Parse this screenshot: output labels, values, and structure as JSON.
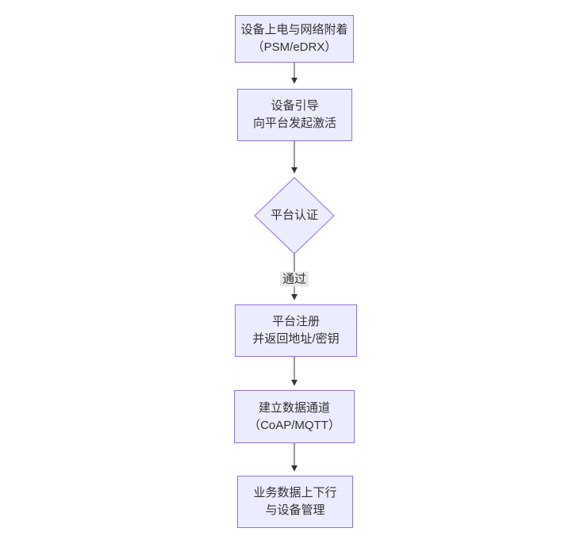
{
  "diagram": {
    "type": "flowchart-vertical",
    "background": "#ffffff",
    "colors": {
      "node_fill": "#ECECFF",
      "node_border": "#9370DB",
      "edge_stroke": "#333333",
      "edge_label_bg": "#e8e8e8",
      "text": "#333333"
    },
    "nodes": {
      "power": {
        "shape": "rect",
        "line1": "设备上电与网络附着",
        "line2": "（PSM/eDRX）"
      },
      "bootstrap": {
        "shape": "rect",
        "line1": "设备引导",
        "line2": "向平台发起激活"
      },
      "auth": {
        "shape": "diamond",
        "label": "平台认证"
      },
      "register": {
        "shape": "rect",
        "line1": "平台注册",
        "line2": "并返回地址/密钥"
      },
      "channel": {
        "shape": "rect",
        "line1": "建立数据通道",
        "line2": "（CoAP/MQTT）"
      },
      "business": {
        "shape": "rect",
        "line1": "业务数据上下行",
        "line2": "与设备管理"
      }
    },
    "edges": [
      {
        "from": "power",
        "to": "bootstrap",
        "label": ""
      },
      {
        "from": "bootstrap",
        "to": "auth",
        "label": ""
      },
      {
        "from": "auth",
        "to": "register",
        "label": "通过"
      },
      {
        "from": "register",
        "to": "channel",
        "label": ""
      },
      {
        "from": "channel",
        "to": "business",
        "label": ""
      }
    ]
  }
}
